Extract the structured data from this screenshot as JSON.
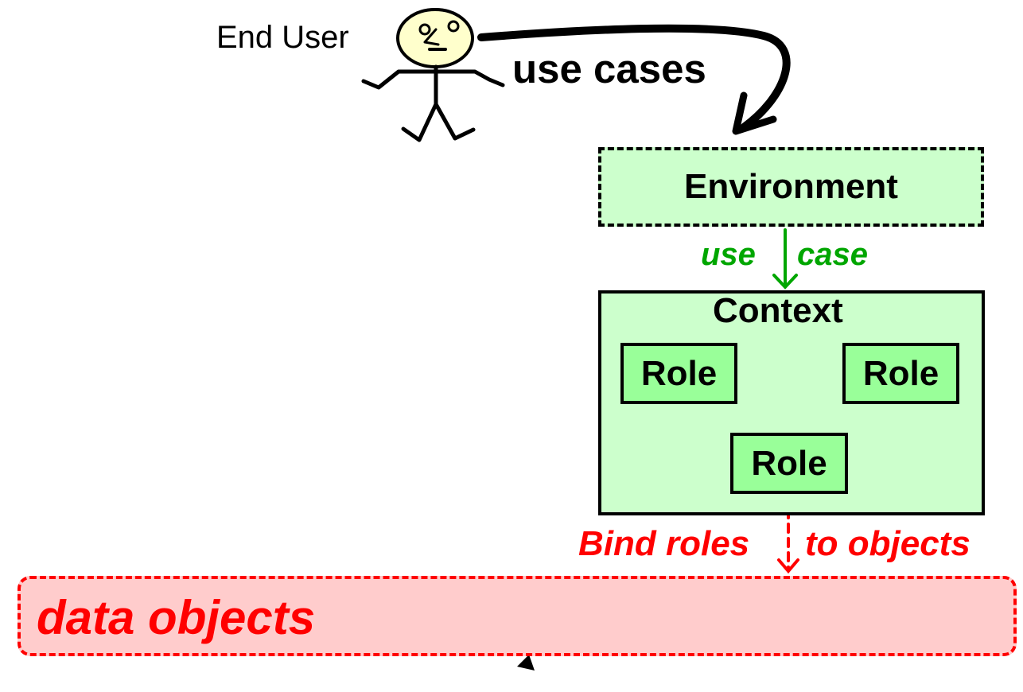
{
  "actor": {
    "label": "End User"
  },
  "flows": {
    "use_cases": "use cases",
    "use_case_left": "use",
    "use_case_right": "case",
    "bind_left": "Bind roles",
    "bind_right": "to objects"
  },
  "environment": {
    "label": "Environment"
  },
  "context": {
    "label": "Context",
    "roles": [
      "Role",
      "Role",
      "Role"
    ]
  },
  "data_objects": {
    "label": "data objects"
  },
  "colors": {
    "environment_fill": "#ccffcc",
    "context_fill": "#ccffcc",
    "role_fill": "#99ff99",
    "data_fill": "#ffcccc",
    "use_case_green": "#00a600",
    "bind_red": "#ff0000",
    "actor_head_fill": "#ffffcc"
  }
}
